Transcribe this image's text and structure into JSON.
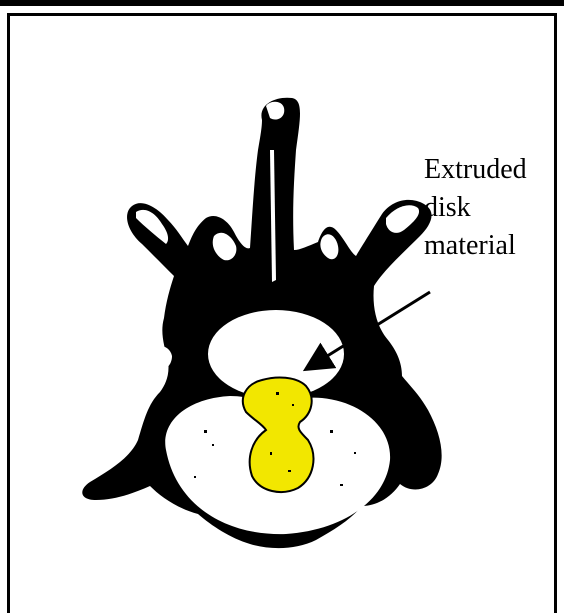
{
  "annotation": {
    "lines": [
      "Extruded",
      "disk",
      "material"
    ]
  },
  "colors": {
    "ink": "#000000",
    "paper": "#ffffff",
    "disk": "#f2e700"
  }
}
